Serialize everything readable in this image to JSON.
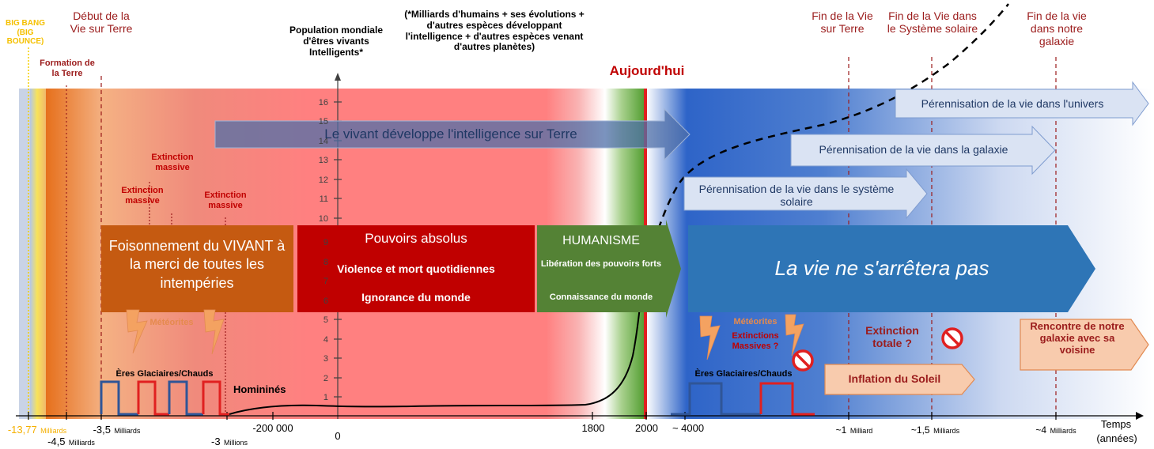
{
  "top_labels": {
    "big_bang": "BIG BANG (BIG BOUNCE)",
    "formation_terre": "Formation de la Terre",
    "debut_vie": "Début de la Vie sur Terre",
    "population": "Population mondiale d'êtres vivants Intelligents*",
    "note": "(*Milliards d'humains + ses évolutions + d'autres espèces développant l'intelligence + d'autres espèces venant d'autres planètes)",
    "aujourdhui": "Aujourd'hui",
    "fin_vie_terre": "Fin de la Vie sur Terre",
    "fin_vie_systeme": "Fin de la Vie dans le Système solaire",
    "fin_vie_galaxie": "Fin de la vie dans notre galaxie"
  },
  "extinctions": {
    "e1": "Extinction massive",
    "e2": "Extinction massive",
    "e3": "Extinction massive"
  },
  "blocks": {
    "foisonnement": "Foisonnement du VIVANT à la merci de toutes les intempéries",
    "pouvoirs_title": "Pouvoirs absolus",
    "pouvoirs_l1": "Violence et mort quotidiennes",
    "pouvoirs_l2": "Ignorance du monde",
    "humanisme_title": "HUMANISME",
    "humanisme_l1": "Libération des pouvoirs forts",
    "humanisme_l2": "Connaissance du monde",
    "vie_continue": "La vie ne s'arrêtera pas"
  },
  "arrows": {
    "intelligence": "Le vivant développe l'intelligence sur Terre",
    "univers": "Pérennisation de la vie dans l'univers",
    "galaxie": "Pérennisation de la vie dans la galaxie",
    "systeme": "Pérennisation de la vie dans le système solaire",
    "inflation": "Inflation du Soleil",
    "rencontre": "Rencontre de notre galaxie avec sa voisine"
  },
  "events": {
    "meteorites_left": "Météorites",
    "eres_left": "Ères Glaciaires/Chauds",
    "hominines": "Homininés",
    "meteorites_right": "Météorites",
    "extinctions_right": "Extinctions Massives ?",
    "eres_right": "Ères Glaciaires/Chauds",
    "extinction_totale": "Extinction totale ?"
  },
  "axis": {
    "y_ticks": [
      "1",
      "2",
      "3",
      "4",
      "5",
      "6",
      "7",
      "8",
      "9",
      "10",
      "11",
      "12",
      "13",
      "14",
      "15",
      "16"
    ],
    "x_labels": {
      "bigbang_num": "-13,77",
      "bigbang_unit": "Milliards",
      "terre_num": "-4,5",
      "terre_unit": "Milliards",
      "vie_num": "-3,5",
      "vie_unit": "Milliards",
      "hom_num": "-3",
      "hom_unit": "Millions",
      "m200k": "-200 000",
      "zero": "0",
      "y1800": "1800",
      "y2000": "2000",
      "y4000": "~ 4000",
      "m1_num": "~1",
      "m1_unit": "Milliard",
      "m15_num": "~1,5",
      "m15_unit": "Milliards",
      "m4_num": "~4",
      "m4_unit": "Milliards"
    },
    "title": "Temps",
    "unit": "(années)"
  },
  "colors": {
    "dark_red": "#9b1c1c",
    "orange_block": "#c55a11",
    "red_block": "#c00000",
    "green_block": "#548235",
    "blue_block": "#2e75b6",
    "light_blue_arrow": "#dae3f3"
  }
}
